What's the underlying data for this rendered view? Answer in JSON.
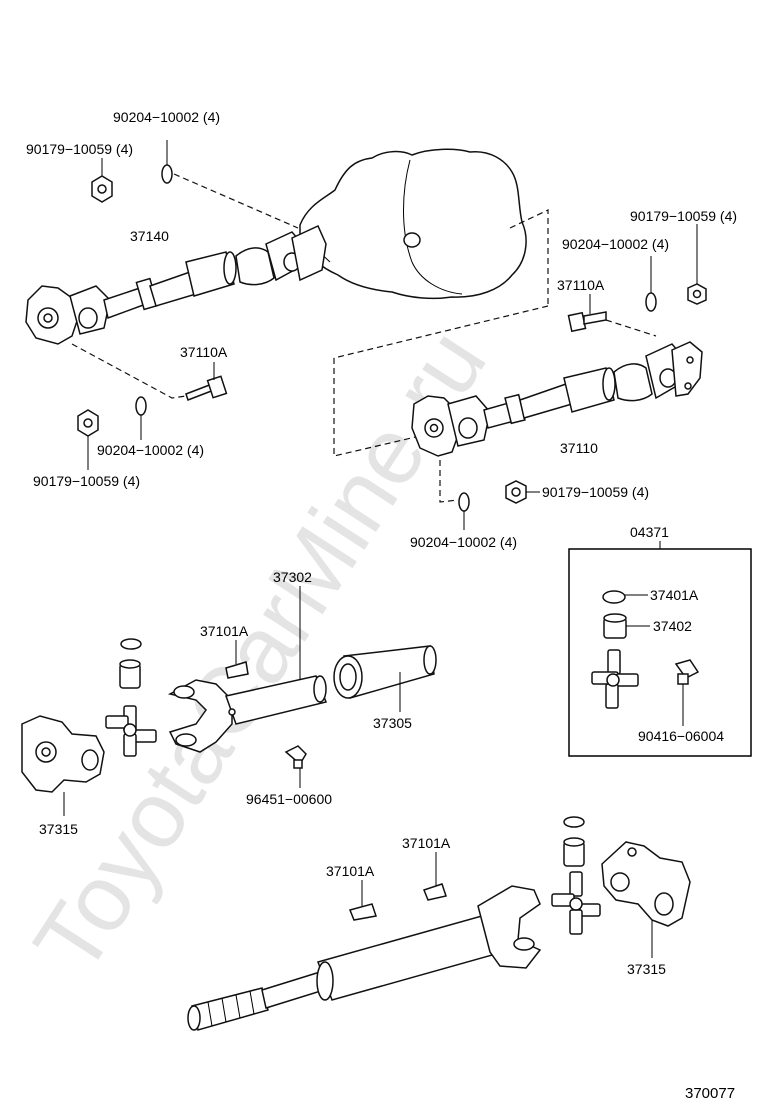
{
  "watermark": "ToyotaCarMine.ru",
  "diagram_code": "370077",
  "labels": {
    "p90204_top": "90204−10002 (4)",
    "p90179_topleft": "90179−10059 (4)",
    "p37140": "37140",
    "p90179_topright": "90179−10059 (4)",
    "p90204_right": "90204−10002 (4)",
    "p37110A_right": "37110A",
    "p37110A_left": "37110A",
    "p90204_left": "90204−10002 (4)",
    "p90179_left": "90179−10059 (4)",
    "p37110": "37110",
    "p90179_mid": "90179−10059 (4)",
    "p90204_mid": "90204−10002 (4)",
    "p04371": "04371",
    "p37401A": "37401A",
    "p37402": "37402",
    "p90416": "90416−06004",
    "p37302": "37302",
    "p37101A_a": "37101A",
    "p37305": "37305",
    "p96451": "96451−00600",
    "p37315_a": "37315",
    "p37101A_b": "37101A",
    "p37101A_c": "37101A",
    "p37315_b": "37315"
  }
}
